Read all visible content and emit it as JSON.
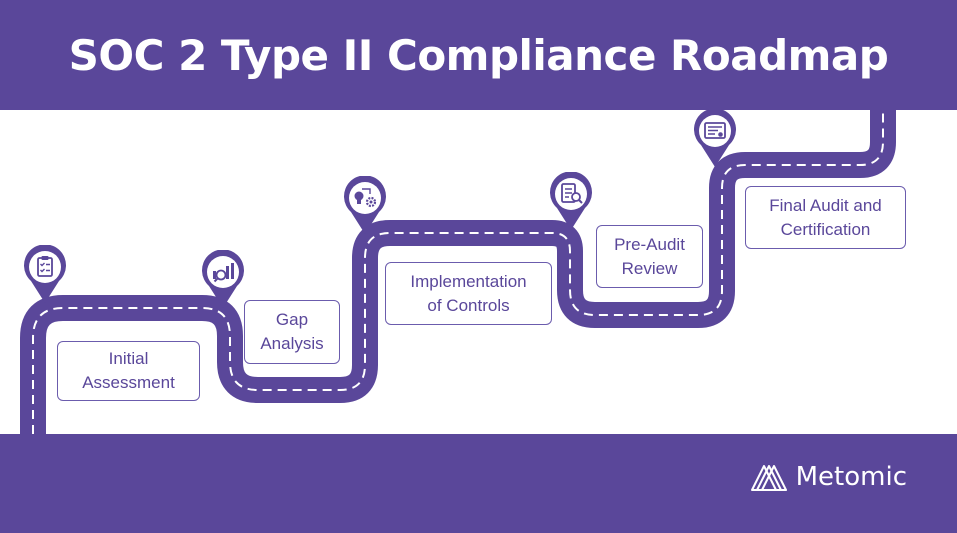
{
  "title": "SOC 2 Type II Compliance Roadmap",
  "brand": {
    "name": "Metomic",
    "logo_icon": "metomic-logo-icon"
  },
  "colors": {
    "primary": "#5a479a",
    "road": "#5a479a",
    "road_marking": "#ffffff",
    "box_border": "#6b5cad",
    "text": "#5a479a",
    "background": "#ffffff"
  },
  "steps": [
    {
      "lines": [
        "Initial",
        "Assessment"
      ],
      "icon": "clipboard-checklist-icon"
    },
    {
      "lines": [
        "Gap",
        "Analysis"
      ],
      "icon": "chart-magnifier-icon"
    },
    {
      "lines": [
        "Implementation",
        "of Controls"
      ],
      "icon": "lightbulb-gear-icon"
    },
    {
      "lines": [
        "Pre-Audit",
        "Review"
      ],
      "icon": "document-search-icon"
    },
    {
      "lines": [
        "Final Audit and",
        "Certification"
      ],
      "icon": "certificate-icon"
    }
  ]
}
